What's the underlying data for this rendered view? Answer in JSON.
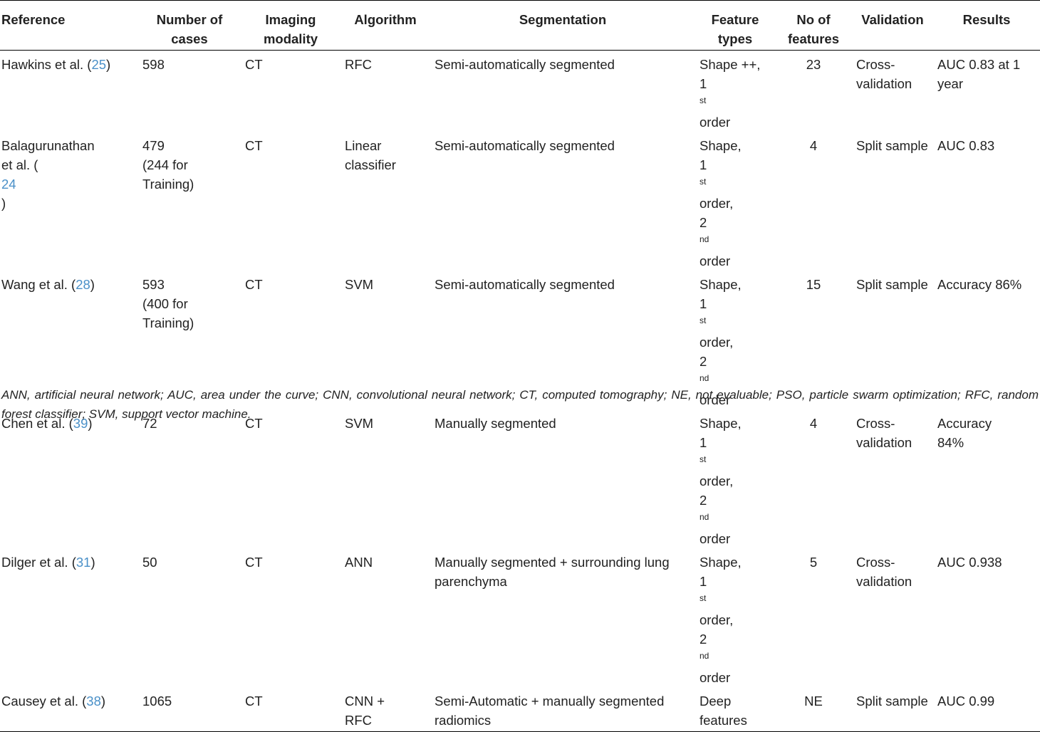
{
  "headers": {
    "reference": "Reference",
    "cases": [
      "Number of",
      "cases"
    ],
    "modality": [
      "Imaging",
      "modality"
    ],
    "algorithm": "Algorithm",
    "segmentation": "Segmentation",
    "feature_types": [
      "Feature",
      "types"
    ],
    "no_features": [
      "No of",
      "features"
    ],
    "validation": "Validation",
    "results": "Results"
  },
  "rows": [
    {
      "ref_text": "Hawkins et al. (",
      "ref_num": "25",
      "ref_close": ")",
      "cases": [
        "598"
      ],
      "modality": "CT",
      "algorithm": [
        "RFC"
      ],
      "segmentation": [
        "Semi-automatically segmented"
      ],
      "features": [
        {
          "a": "Shape ++,",
          "sup": "",
          "b": ""
        },
        {
          "a": "1",
          "sup": "st",
          "b": " order"
        }
      ],
      "no": "23",
      "validation": [
        "Cross-",
        "validation"
      ],
      "results": [
        "AUC 0.83 at 1",
        "year"
      ]
    },
    {
      "ref_text": "Balagurunathan",
      "ref_text2": "et al. (",
      "ref_num": "24",
      "ref_close": ")",
      "cases": [
        "479",
        "(244 for",
        "Training)"
      ],
      "modality": "CT",
      "algorithm": [
        "Linear",
        "classifier"
      ],
      "segmentation": [
        "Semi-automatically segmented"
      ],
      "features": [
        {
          "a": "Shape,",
          "sup": "",
          "b": ""
        },
        {
          "a": "1",
          "sup": "st",
          "b": " order,"
        },
        {
          "a": "2",
          "sup": "nd",
          "b": " order"
        }
      ],
      "no": "4",
      "validation": [
        "Split sample"
      ],
      "results": [
        "AUC 0.83"
      ]
    },
    {
      "ref_text": "Wang et al. (",
      "ref_num": "28",
      "ref_close": ")",
      "cases": [
        "593",
        "(400 for",
        "Training)"
      ],
      "modality": "CT",
      "algorithm": [
        "SVM"
      ],
      "segmentation": [
        "Semi-automatically segmented"
      ],
      "features": [
        {
          "a": "Shape,",
          "sup": "",
          "b": ""
        },
        {
          "a": "1",
          "sup": "st",
          "b": " order,"
        },
        {
          "a": "2",
          "sup": "nd",
          "b": " order"
        }
      ],
      "no": "15",
      "validation": [
        "Split sample"
      ],
      "results": [
        "Accuracy 86%"
      ]
    },
    {
      "ref_text": "Chen et al. (",
      "ref_num": "39",
      "ref_close": ")",
      "cases": [
        "72"
      ],
      "modality": "CT",
      "algorithm": [
        "SVM"
      ],
      "segmentation": [
        "Manually segmented"
      ],
      "features": [
        {
          "a": "Shape,",
          "sup": "",
          "b": ""
        },
        {
          "a": "1",
          "sup": "st",
          "b": " order,"
        },
        {
          "a": "2",
          "sup": "nd",
          "b": " order"
        }
      ],
      "no": "4",
      "validation": [
        "Cross-",
        "validation"
      ],
      "results": [
        "Accuracy",
        "84%"
      ]
    },
    {
      "ref_text": "Dilger et al. (",
      "ref_num": "31",
      "ref_close": ")",
      "cases": [
        "50"
      ],
      "modality": "CT",
      "algorithm": [
        "ANN"
      ],
      "segmentation": [
        "Manually segmented + surrounding lung",
        "parenchyma"
      ],
      "features": [
        {
          "a": "Shape,",
          "sup": "",
          "b": ""
        },
        {
          "a": "1",
          "sup": "st",
          "b": " order,"
        },
        {
          "a": "2",
          "sup": "nd",
          "b": " order"
        }
      ],
      "no": "5",
      "validation": [
        "Cross-",
        "validation"
      ],
      "results": [
        "AUC 0.938"
      ]
    },
    {
      "ref_text": "Causey et al. (",
      "ref_num": "38",
      "ref_close": ")",
      "cases": [
        "1065"
      ],
      "modality": "CT",
      "algorithm": [
        "CNN +",
        "RFC"
      ],
      "segmentation": [
        "Semi-Automatic + manually segmented",
        "radiomics"
      ],
      "features": [
        {
          "a": "Deep",
          "sup": "",
          "b": ""
        },
        {
          "a": "features",
          "sup": "",
          "b": ""
        }
      ],
      "no": "NE",
      "validation": [
        "Split sample"
      ],
      "results": [
        "AUC 0.99"
      ]
    }
  ],
  "notes": "ANN, artificial neural network; AUC, area under the curve; CNN, convolutional neural network; CT, computed tomography; NE, not evaluable; PSO, particle swarm optimization; RFC, random forest classifier; SVM, support vector machine.",
  "colors": {
    "reference_link": "#4a90c8",
    "text": "#222222",
    "rule": "#000000"
  }
}
